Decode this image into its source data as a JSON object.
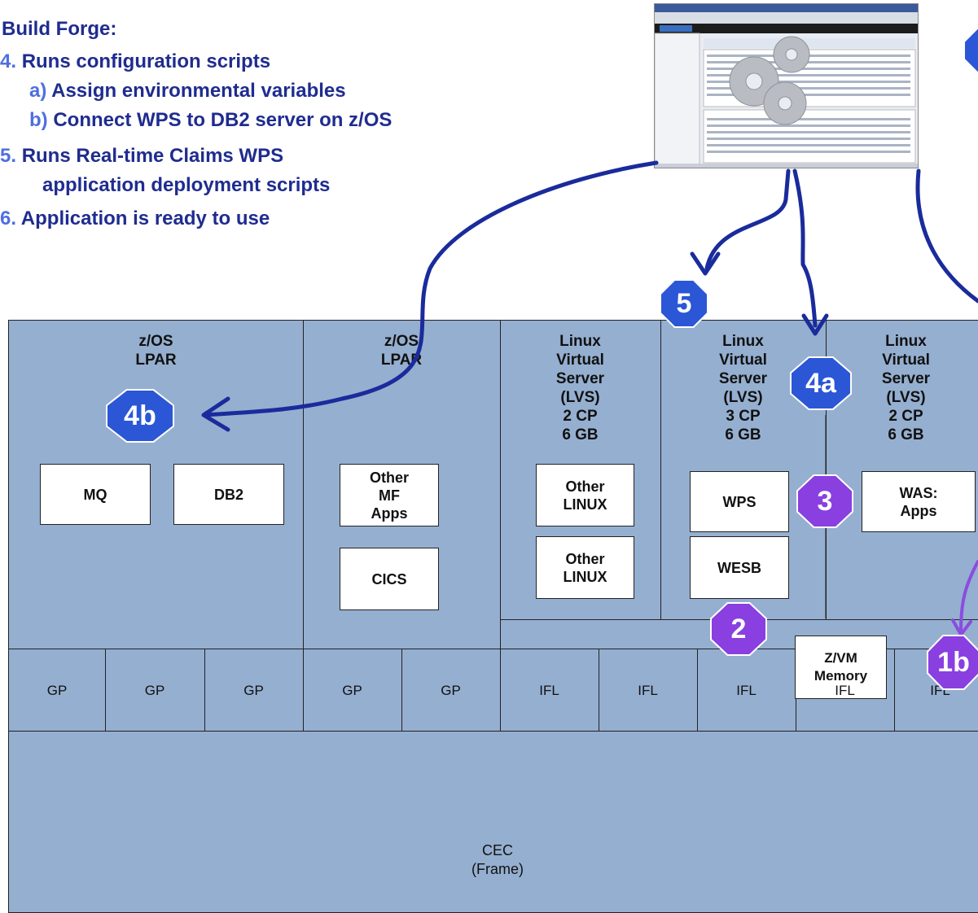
{
  "heading": "Build Forge:",
  "steps": [
    {
      "num": "4.",
      "text": "Runs configuration scripts"
    },
    {
      "num": "a)",
      "text": "Assign environmental variables"
    },
    {
      "num": "b)",
      "text": "Connect WPS to DB2 server on z/OS"
    },
    {
      "num": "5.",
      "text": "Runs Real-time Claims WPS"
    },
    {
      "num": "",
      "text": "application deployment scripts"
    },
    {
      "num": "6.",
      "text": "Application is ready to use"
    }
  ],
  "lpars": [
    {
      "l1": "z/OS",
      "l2": "LPAR"
    },
    {
      "l1": "z/OS",
      "l2": "LPAR"
    },
    {
      "l1": "Linux",
      "l2": "Virtual",
      "l3": "Server",
      "l4": "(LVS)",
      "l5": "2 CP",
      "l6": "6 GB"
    },
    {
      "l1": "Linux",
      "l2": "Virtual",
      "l3": "Server",
      "l4": "(LVS)",
      "l5": "3 CP",
      "l6": "6 GB"
    },
    {
      "l1": "Linux",
      "l2": "Virtual",
      "l3": "Server",
      "l4": "(LVS)",
      "l5": "2 CP",
      "l6": "6 GB"
    }
  ],
  "boxes": {
    "mq": "MQ",
    "db2": "DB2",
    "other_mf_1": "Other",
    "other_mf_2": "MF",
    "other_mf_3": "Apps",
    "cics": "CICS",
    "other_linux_a1": "Other",
    "other_linux_a2": "LINUX",
    "other_linux_b1": "Other",
    "other_linux_b2": "LINUX",
    "wps": "WPS",
    "wesb": "WESB",
    "was_1": "WAS:",
    "was_2": "Apps",
    "zvm_1": "Z/VM",
    "zvm_2": "Memory"
  },
  "processors": [
    "GP",
    "GP",
    "GP",
    "GP",
    "GP",
    "IFL",
    "IFL",
    "IFL",
    "IFL",
    "IFL"
  ],
  "cec": {
    "l1": "CEC",
    "l2": "(Frame)"
  },
  "badges": {
    "b5": "5",
    "b4a": "4a",
    "b4b": "4b",
    "b3": "3",
    "b2": "2",
    "b1b": "1b"
  },
  "colors": {
    "heading": "#1f2c8f",
    "step_number": "#4f6fe0",
    "frame_fill": "#95afd0",
    "badge_blue": "#2b56d6",
    "badge_purple": "#8a3fe0",
    "arrow_blue": "#1a2b9c",
    "arrow_purple": "#8a4de0"
  }
}
